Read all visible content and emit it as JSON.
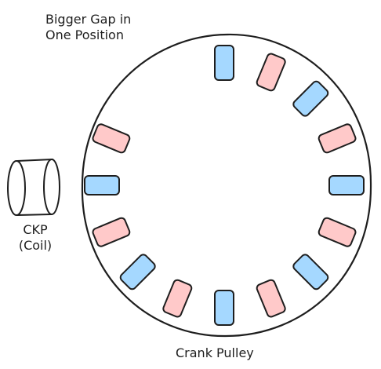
{
  "annotation": {
    "line1": "Bigger Gap in",
    "line2": "One Position"
  },
  "sensor": {
    "line1": "CKP",
    "line2": "(Coil)"
  },
  "pulley": {
    "label": "Crank Pulley"
  },
  "colors": {
    "stroke": "#1e1e1e",
    "blue_fill": "#a5d8ff",
    "red_fill": "#ffc9c9",
    "background": "#ffffff"
  },
  "teeth": [
    {
      "angle": 0,
      "color": "blue"
    },
    {
      "angle": 22.5,
      "color": "red"
    },
    {
      "angle": 45,
      "color": "blue"
    },
    {
      "angle": 67.5,
      "color": "red"
    },
    {
      "angle": 90,
      "color": "blue"
    },
    {
      "angle": 112.5,
      "color": "red"
    },
    {
      "angle": 135,
      "color": "blue"
    },
    {
      "angle": 157.5,
      "color": "red"
    },
    {
      "angle": 180,
      "color": "blue"
    },
    {
      "angle": 202.5,
      "color": "red"
    },
    {
      "angle": 225,
      "color": "blue"
    },
    {
      "angle": 247.5,
      "color": "red"
    },
    {
      "angle": 270,
      "color": "blue"
    },
    {
      "angle": 292.5,
      "color": "red"
    }
  ]
}
